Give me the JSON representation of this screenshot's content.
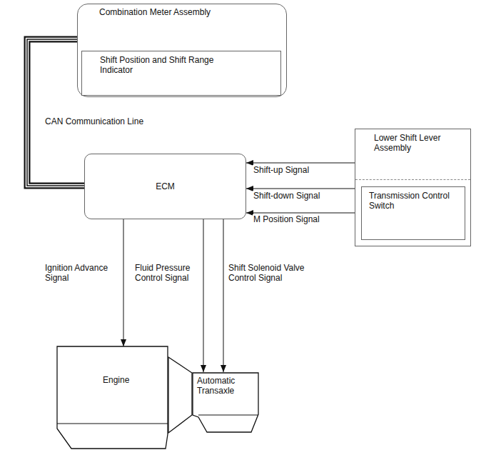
{
  "diagram": {
    "nodes": [
      {
        "text": [
          "Combination Meter Assembly"
        ]
      },
      {
        "text": [
          "Shift Position and Shift Range Indicator"
        ],
        "in": 0
      },
      {
        "text": [
          "ECM"
        ]
      },
      {
        "text": [
          "Lower Shift Lever Assembly"
        ]
      },
      {
        "text": [
          "Transmission Control Switch"
        ],
        "in": 3
      },
      {
        "text": [
          "Engine"
        ]
      },
      {
        "text": [
          "Automatic Transaxle"
        ]
      }
    ],
    "edges": [
      {
        "from": 0,
        "to": 2,
        "arrow": "none",
        "label": "CAN Communication Line"
      },
      {
        "from": 3,
        "to": 2,
        "arrow": "to",
        "label": "Shift-up Signal"
      },
      {
        "from": 3,
        "to": 2,
        "arrow": "to",
        "label": "Shift-down Signal"
      },
      {
        "from": 4,
        "to": 2,
        "arrow": "to",
        "label": "M Position Signal"
      },
      {
        "from": 2,
        "to": 5,
        "arrow": "to",
        "label": "Ignition Advance Signal"
      },
      {
        "from": 2,
        "to": 6,
        "arrow": "to",
        "label": "Fluid Pressure Control Signal"
      },
      {
        "from": 2,
        "to": 6,
        "arrow": "to",
        "label": "Shift Solenoid Valve Control Signal"
      }
    ]
  }
}
